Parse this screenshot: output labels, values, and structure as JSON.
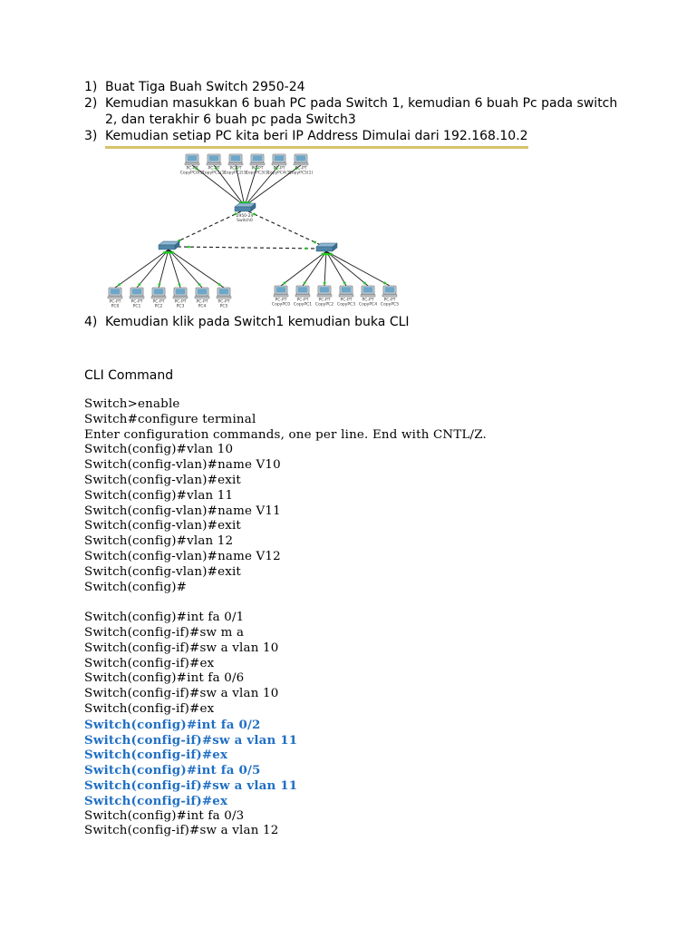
{
  "steps": [
    {
      "num": "1)",
      "text": "Buat Tiga Buah Switch 2950-24"
    },
    {
      "num": "2)",
      "text": "Kemudian masukkan 6 buah PC pada Switch 1, kemudian 6 buah Pc pada switch 2, dan terakhir 6 buah pc pada Switch3"
    },
    {
      "num": "3)",
      "text": "Kemudian setiap PC kita beri IP Address Dimulai dari 192.168.10.2"
    },
    {
      "num": "4)",
      "text": "Kemudian klik pada Switch1 kemudian buka CLI"
    }
  ],
  "diagram": {
    "top_switch": {
      "model": "2950-24",
      "name": "Switch0"
    },
    "top_pcs": [
      {
        "type": "PC-PT",
        "name": "CopyPC0(1)"
      },
      {
        "type": "PC-PT",
        "name": "CopyPC1(1)"
      },
      {
        "type": "PC-PT",
        "name": "CopyPC2(1)"
      },
      {
        "type": "PC-PT",
        "name": "CopyPC3(1)"
      },
      {
        "type": "PC-PT",
        "name": "CopyPC4(1)"
      },
      {
        "type": "PC-PT",
        "name": "CopyPC5(1)"
      }
    ],
    "left_pcs": [
      {
        "type": "PC-PT",
        "name": "PC0"
      },
      {
        "type": "PC-PT",
        "name": "PC1"
      },
      {
        "type": "PC-PT",
        "name": "PC2"
      },
      {
        "type": "PC-PT",
        "name": "PC3"
      },
      {
        "type": "PC-PT",
        "name": "PC4"
      },
      {
        "type": "PC-PT",
        "name": "PC5"
      }
    ],
    "right_pcs": [
      {
        "type": "PC-PT",
        "name": "CopyPC0"
      },
      {
        "type": "PC-PT",
        "name": "CopyPC1"
      },
      {
        "type": "PC-PT",
        "name": "CopyPC2"
      },
      {
        "type": "PC-PT",
        "name": "CopyPC3"
      },
      {
        "type": "PC-PT",
        "name": "CopyPC4"
      },
      {
        "type": "PC-PT",
        "name": "CopyPC5"
      }
    ],
    "colors": {
      "link": "#1a1a1a",
      "port_up": "#22cc22",
      "switch_body": "#4f86a8",
      "pc_screen": "#6ea6c8",
      "underline": "#d8c26a"
    }
  },
  "cli_title": "CLI Command",
  "cli_lines": [
    {
      "text": "Switch>enable",
      "hl": false
    },
    {
      "text": "Switch#configure terminal",
      "hl": false
    },
    {
      "text": "Enter configuration commands, one per line. End with CNTL/Z.",
      "hl": false
    },
    {
      "text": "Switch(config)#vlan 10",
      "hl": false
    },
    {
      "text": "Switch(config-vlan)#name V10",
      "hl": false
    },
    {
      "text": "Switch(config-vlan)#exit",
      "hl": false
    },
    {
      "text": "Switch(config)#vlan 11",
      "hl": false
    },
    {
      "text": "Switch(config-vlan)#name V11",
      "hl": false
    },
    {
      "text": "Switch(config-vlan)#exit",
      "hl": false
    },
    {
      "text": "Switch(config)#vlan 12",
      "hl": false
    },
    {
      "text": "Switch(config-vlan)#name V12",
      "hl": false
    },
    {
      "text": "Switch(config-vlan)#exit",
      "hl": false
    },
    {
      "text": "Switch(config)#",
      "hl": false
    },
    {
      "text": "",
      "hl": false
    },
    {
      "text": "Switch(config)#int fa 0/1",
      "hl": false
    },
    {
      "text": "Switch(config-if)#sw m a",
      "hl": false
    },
    {
      "text": "Switch(config-if)#sw a vlan 10",
      "hl": false
    },
    {
      "text": "Switch(config-if)#ex",
      "hl": false
    },
    {
      "text": "Switch(config)#int fa 0/6",
      "hl": false
    },
    {
      "text": "Switch(config-if)#sw a vlan 10",
      "hl": false
    },
    {
      "text": "Switch(config-if)#ex",
      "hl": false
    },
    {
      "text": "Switch(config)#int fa 0/2",
      "hl": true
    },
    {
      "text": "Switch(config-if)#sw a vlan 11",
      "hl": true
    },
    {
      "text": "Switch(config-if)#ex",
      "hl": true
    },
    {
      "text": "Switch(config)#int fa 0/5",
      "hl": true
    },
    {
      "text": "Switch(config-if)#sw a vlan 11",
      "hl": true
    },
    {
      "text": "Switch(config-if)#ex",
      "hl": true
    },
    {
      "text": "Switch(config)#int fa 0/3",
      "hl": false
    },
    {
      "text": "Switch(config-if)#sw a vlan 12",
      "hl": false
    }
  ]
}
